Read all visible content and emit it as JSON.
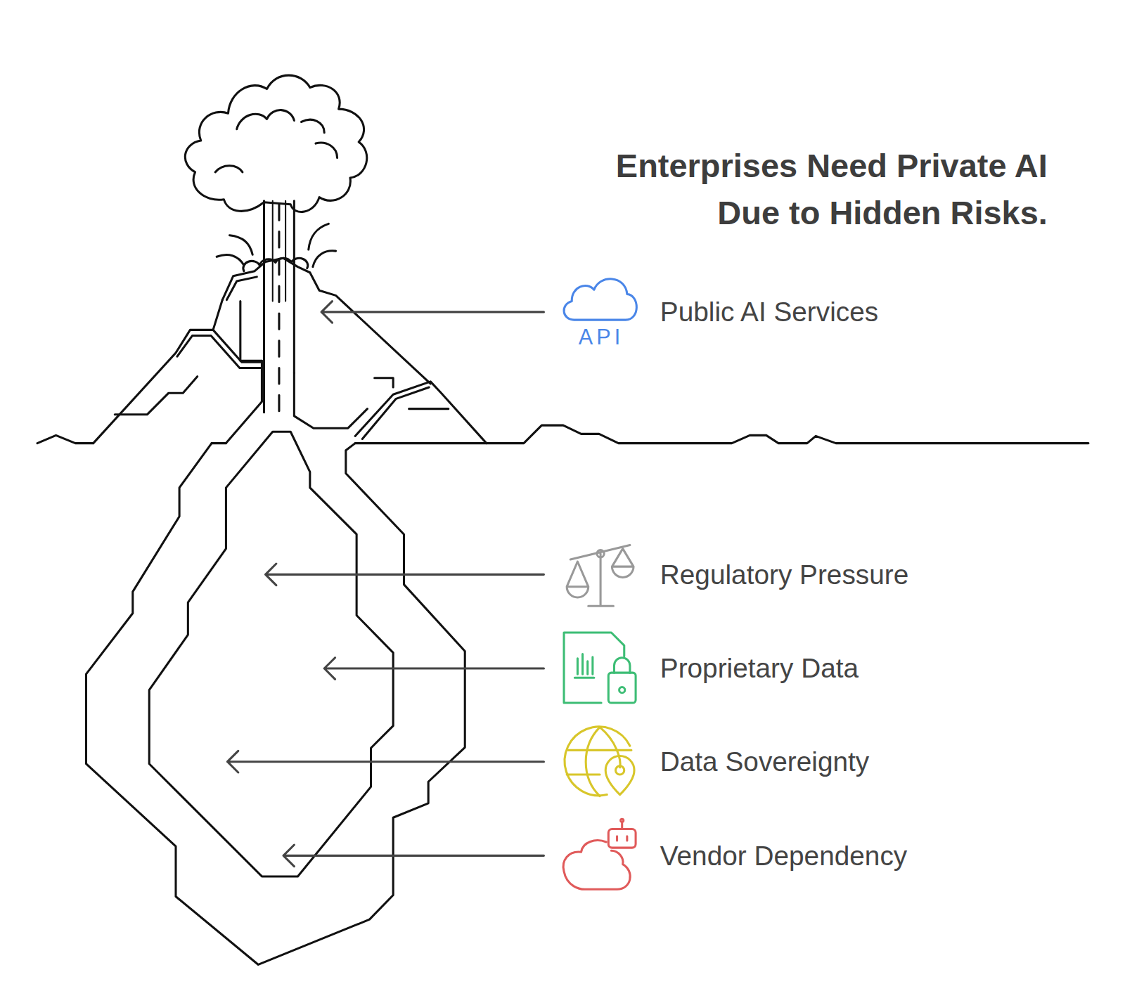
{
  "diagram": {
    "title": "Enterprises Need Private AI Due to Hidden Risks.",
    "labels": [
      "API",
      "Public AI Services",
      "Regulatory Pressure",
      "Proprietary Data",
      "Data Sovereignty",
      "Vendor Dependency"
    ]
  }
}
